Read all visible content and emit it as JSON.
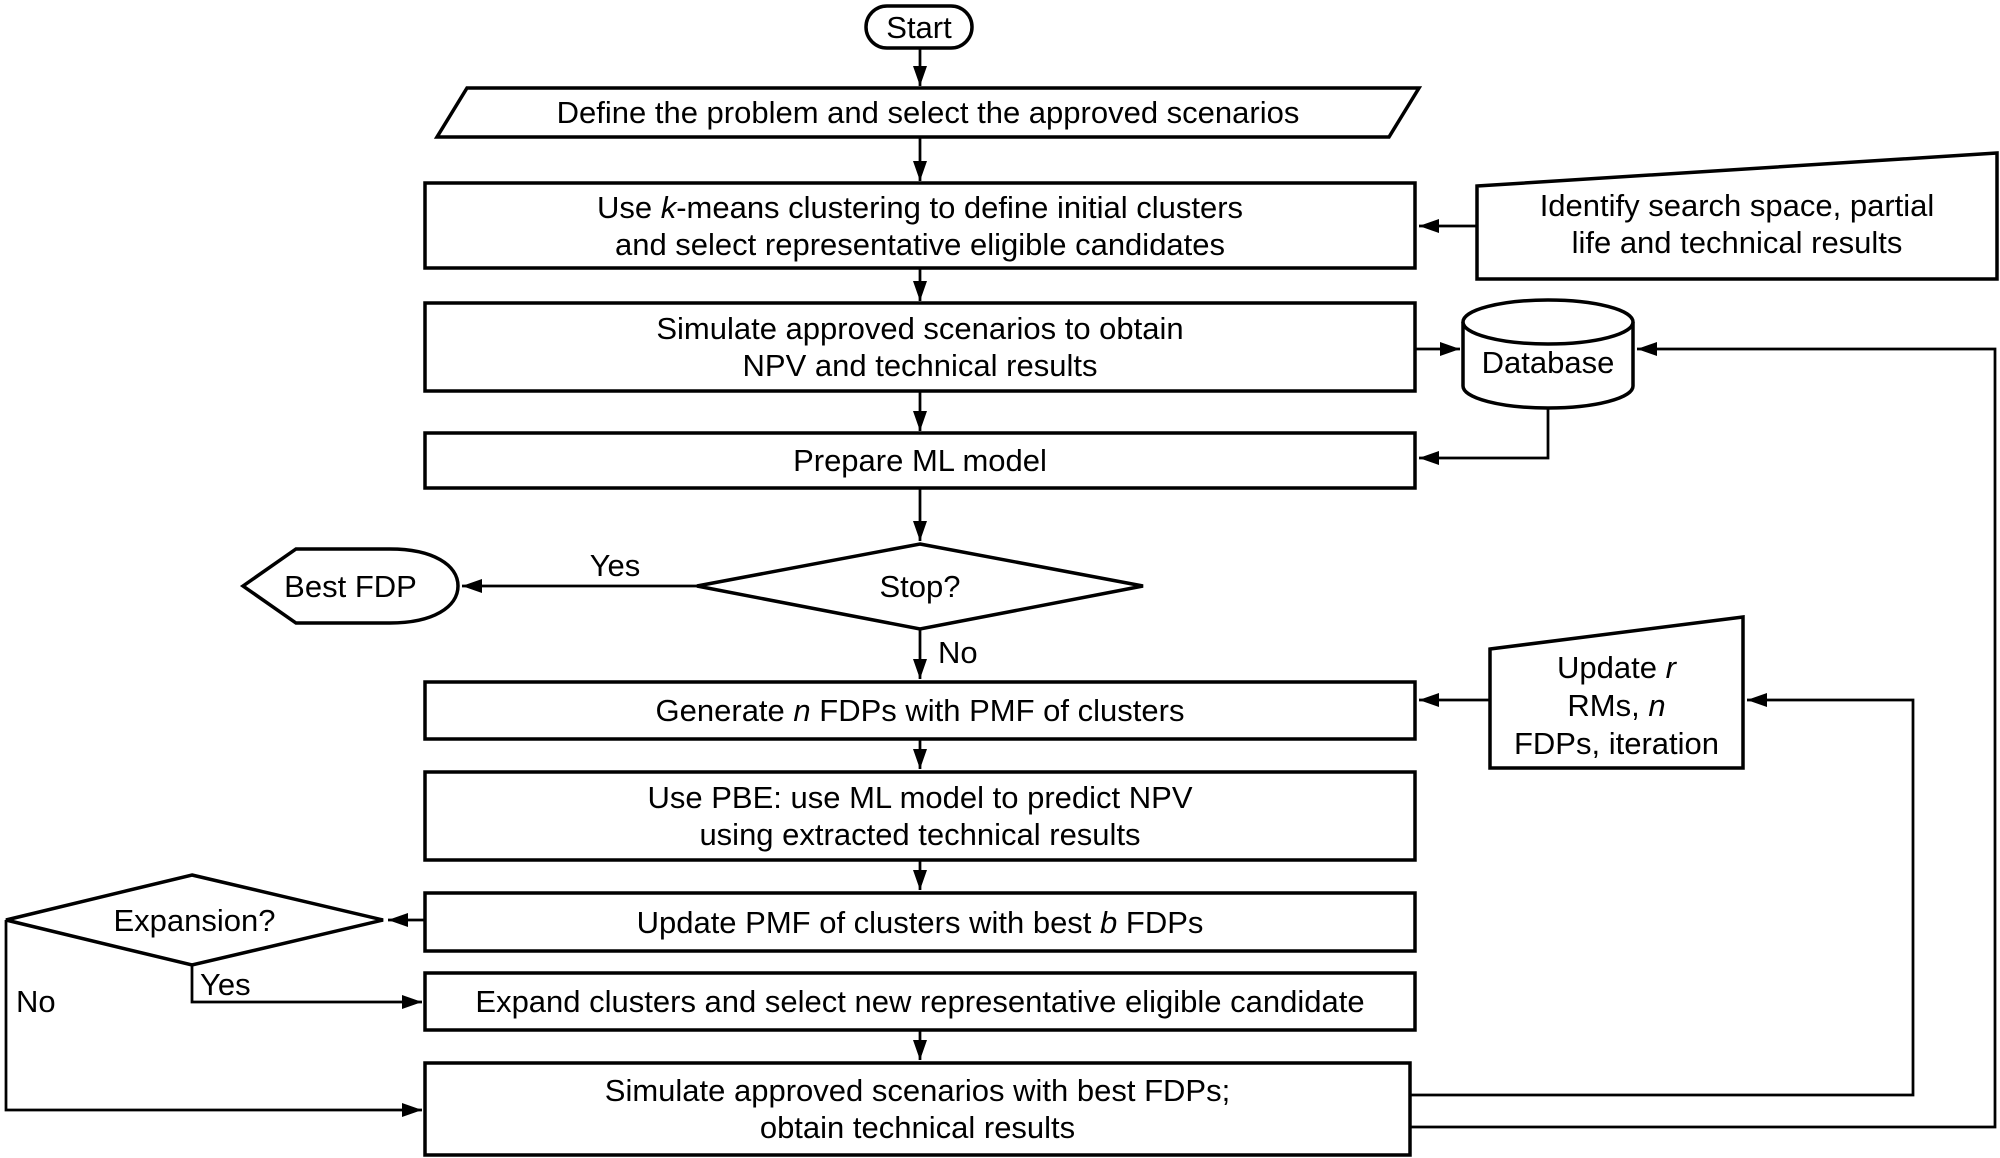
{
  "diagram": {
    "type": "flowchart",
    "colors": {
      "background": "#ffffff",
      "line": "#000000",
      "text": "#000000"
    },
    "nodes": {
      "start": {
        "type": "terminator",
        "label": "Start"
      },
      "define_problem": {
        "type": "parallelogram",
        "label": "Define the problem and select the approved scenarios"
      },
      "kmeans": {
        "type": "process",
        "rich": [
          [
            {
              "t": "Use "
            },
            {
              "t": "k",
              "i": true
            },
            {
              "t": "-means clustering to define initial clusters"
            }
          ],
          [
            {
              "t": "and select representative eligible candidates"
            }
          ]
        ]
      },
      "identify_search": {
        "type": "card",
        "lines": [
          "Identify search space, partial",
          "life and technical results"
        ]
      },
      "simulate_scenarios": {
        "type": "process",
        "lines": [
          "Simulate approved scenarios to obtain",
          "NPV and technical results"
        ]
      },
      "database": {
        "type": "cylinder",
        "label": "Database"
      },
      "prepare_ml": {
        "type": "process",
        "label": "Prepare ML model"
      },
      "stop": {
        "type": "decision",
        "label": "Stop?"
      },
      "best_fdp": {
        "type": "display",
        "label": "Best FDP"
      },
      "generate_fdps": {
        "type": "process",
        "rich": [
          [
            {
              "t": "Generate "
            },
            {
              "t": "n",
              "i": true
            },
            {
              "t": " FDPs with PMF of clusters"
            }
          ]
        ]
      },
      "update_params": {
        "type": "card",
        "rich": [
          [
            {
              "t": "Update "
            },
            {
              "t": "r",
              "i": true
            }
          ],
          [
            {
              "t": "RMs, "
            },
            {
              "t": "n",
              "i": true
            }
          ],
          [
            {
              "t": "FDPs, iteration"
            }
          ]
        ]
      },
      "use_pbe": {
        "type": "process",
        "lines": [
          "Use PBE: use ML model to predict NPV",
          "using extracted technical results"
        ]
      },
      "update_pmf": {
        "type": "process",
        "rich": [
          [
            {
              "t": "Update PMF of clusters with best "
            },
            {
              "t": "b",
              "i": true
            },
            {
              "t": " FDPs"
            }
          ]
        ]
      },
      "expansion": {
        "type": "decision",
        "label": "Expansion?"
      },
      "expand_clusters": {
        "type": "process",
        "label": "Expand clusters and select new representative eligible candidate"
      },
      "simulate_best": {
        "type": "process",
        "lines": [
          "Simulate approved scenarios with best FDPs;",
          "obtain technical results"
        ]
      }
    },
    "edge_labels": {
      "stop_yes": "Yes",
      "stop_no": "No",
      "expansion_yes": "Yes",
      "expansion_no": "No"
    }
  }
}
